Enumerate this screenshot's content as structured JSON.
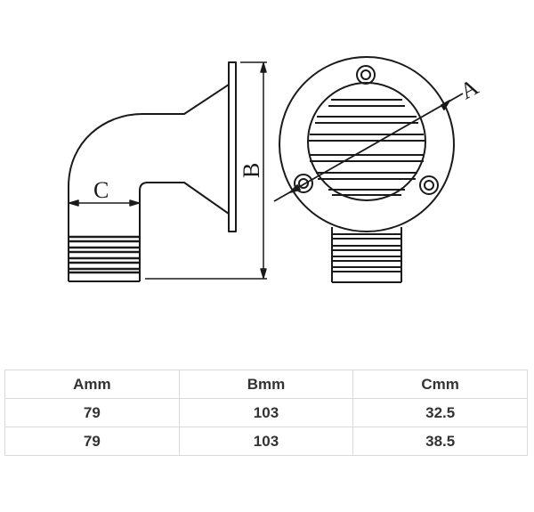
{
  "drawing": {
    "labels": {
      "a": "A",
      "b": "B",
      "c": "C"
    },
    "stroke_color": "#1a1a1a"
  },
  "table": {
    "headers": [
      "Amm",
      "Bmm",
      "Cmm"
    ],
    "rows": [
      [
        "79",
        "103",
        "32.5"
      ],
      [
        "79",
        "103",
        "38.5"
      ]
    ]
  }
}
